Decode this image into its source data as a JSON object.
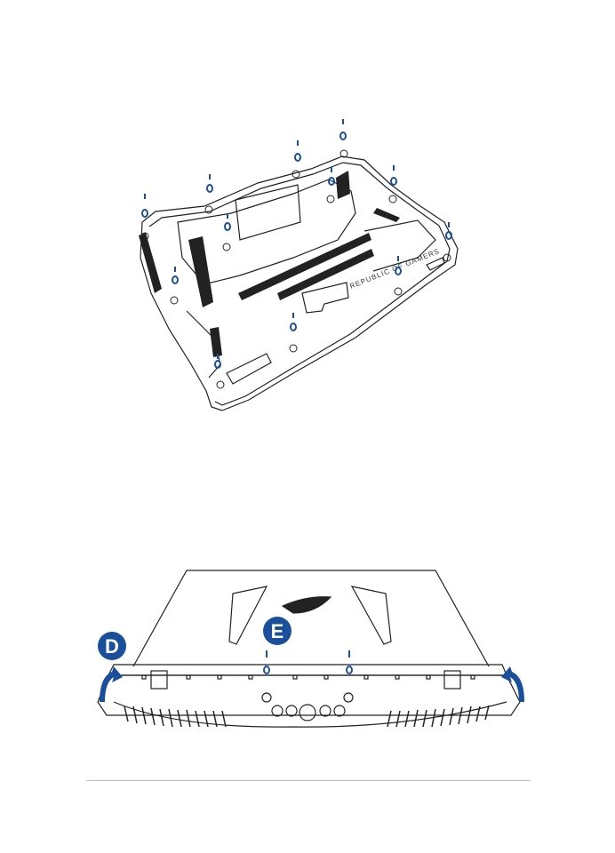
{
  "figure_bottom": {
    "logo_text": "REPUBLIC OF GAMERS"
  },
  "figure_rear": {
    "callout_d": "D",
    "callout_e": "E"
  },
  "colors": {
    "accent_blue": "#1a4f9c",
    "line": "#222222"
  }
}
